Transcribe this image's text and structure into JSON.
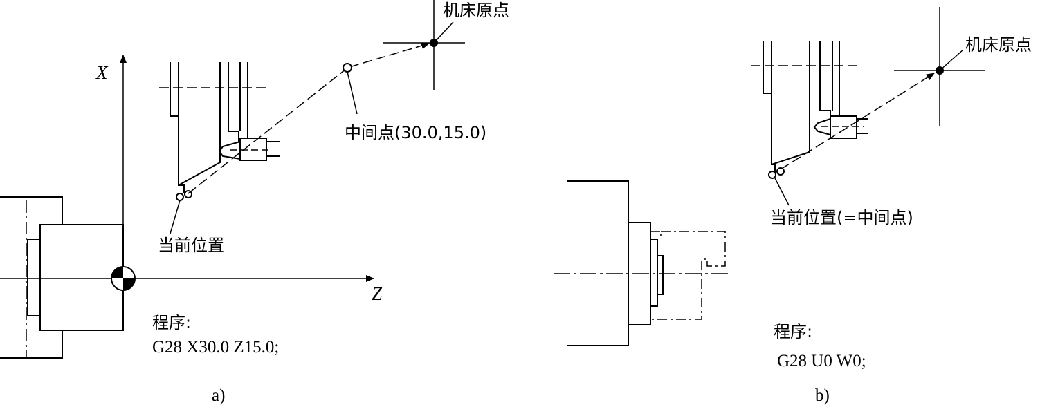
{
  "diagram_a": {
    "axis_x_label": "X",
    "axis_z_label": "Z",
    "machine_origin_label": "机床原点",
    "intermediate_point_label": "中间点(30.0,15.0)",
    "current_position_label": "当前位置",
    "program_heading": "程序:",
    "program_code": "G28 X30.0 Z15.0;",
    "caption": "a)"
  },
  "diagram_b": {
    "machine_origin_label": "机床原点",
    "current_position_label": "当前位置(=中间点)",
    "program_heading": "程序:",
    "program_code": "G28 U0 W0;",
    "caption": "b)"
  },
  "colors": {
    "ink": "#000000",
    "background": "#ffffff"
  }
}
